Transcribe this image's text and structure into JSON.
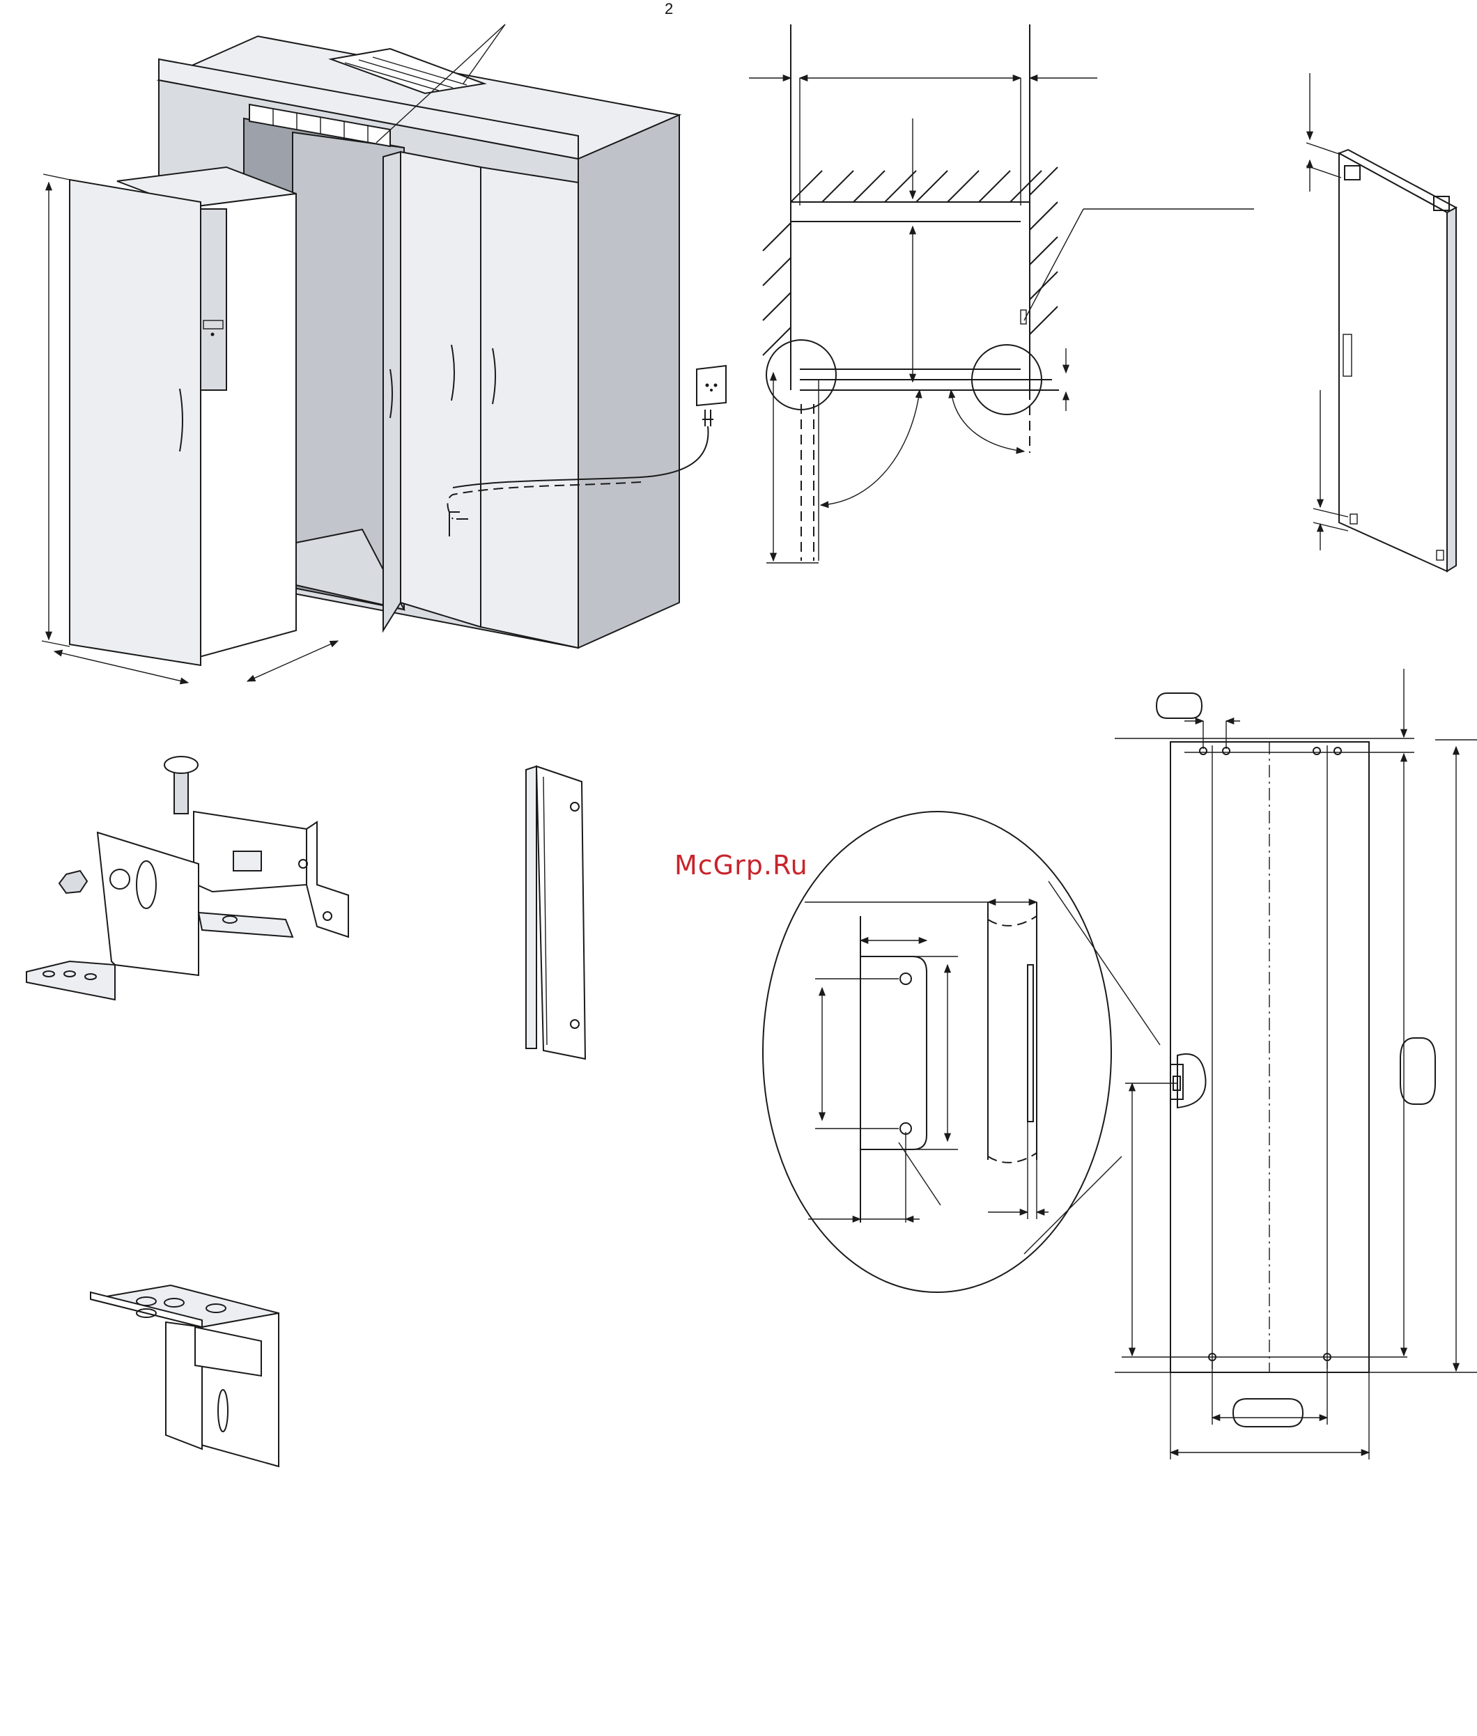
{
  "page": {
    "number": "2"
  },
  "watermark": {
    "text": "McGrp.Ru",
    "color": "#c8242c"
  },
  "figures": [
    {
      "name": "cabinet-niche-isometric"
    },
    {
      "name": "niche-section-dimensions"
    },
    {
      "name": "door-side-view"
    },
    {
      "name": "hinge-bracket-with-screw"
    },
    {
      "name": "slide-rail"
    },
    {
      "name": "furniture-door-drilling-plan"
    },
    {
      "name": "slide-detail-magnified"
    },
    {
      "name": "angle-bracket"
    }
  ]
}
